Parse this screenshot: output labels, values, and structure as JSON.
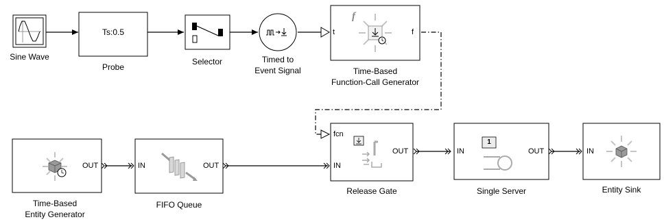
{
  "blocks": {
    "sine_wave": {
      "label": "Sine Wave"
    },
    "probe": {
      "label": "Probe",
      "param": "Ts:0.5"
    },
    "selector": {
      "label": "Selector"
    },
    "timed_to_event": {
      "label_line1": "Timed to",
      "label_line2": "Event Signal"
    },
    "fcg": {
      "label_line1": "Time-Based",
      "label_line2": "Function-Call Generator",
      "port_in": "t",
      "port_out": "f",
      "icon_letter": "f"
    },
    "entity_gen": {
      "label_line1": "Time-Based",
      "label_line2": "Entity Generator",
      "port_out": "OUT"
    },
    "fifo": {
      "label": "FIFO Queue",
      "port_in": "IN",
      "port_out": "OUT"
    },
    "release_gate": {
      "label": "Release Gate",
      "port_fcn": "fcn",
      "port_in": "IN",
      "port_out": "OUT"
    },
    "single_server": {
      "label": "Single Server",
      "port_in": "IN",
      "port_out": "OUT",
      "capacity": "1"
    },
    "entity_sink": {
      "label": "Entity Sink",
      "port_in": "IN"
    }
  },
  "colors": {
    "line": "#000000",
    "block_border": "#000000",
    "block_fill": "#ffffff",
    "icon_gray": "#b8b8b8"
  }
}
